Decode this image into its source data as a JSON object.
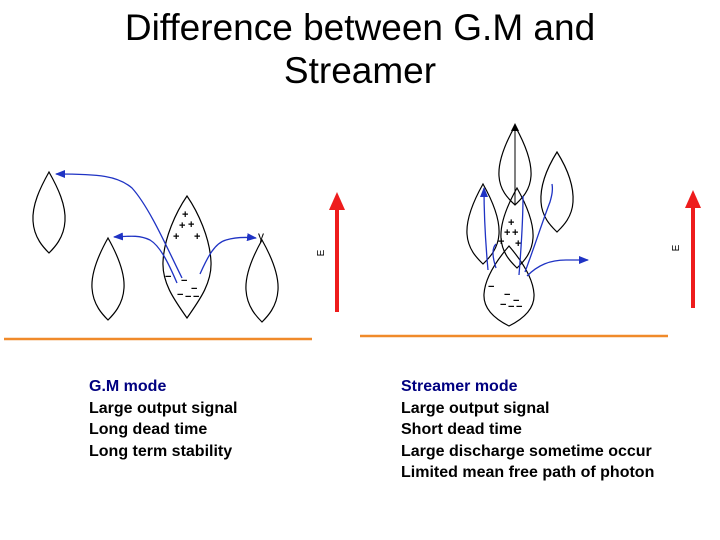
{
  "title": {
    "line1": "Difference between G.M and",
    "line2": "Streamer"
  },
  "left_panel": {
    "gamma_label": "γ",
    "field_label": "E",
    "plus_sign": "+",
    "minus_sign": "−",
    "heading": "G.M mode",
    "lines": [
      "Large output signal",
      "Long dead time",
      "Long term stability"
    ]
  },
  "right_panel": {
    "field_label": "E",
    "plus_sign": "+",
    "minus_sign": "−",
    "heading": "Streamer mode",
    "lines": [
      "Large output signal",
      "Short dead time",
      "Large discharge sometime occur",
      "Limited mean free path of photon"
    ]
  },
  "colors": {
    "field_arrow": "#ee1c1c",
    "photon_path": "#1f33c4",
    "electrode": "#f08a2a",
    "heading_text": "#000080"
  }
}
